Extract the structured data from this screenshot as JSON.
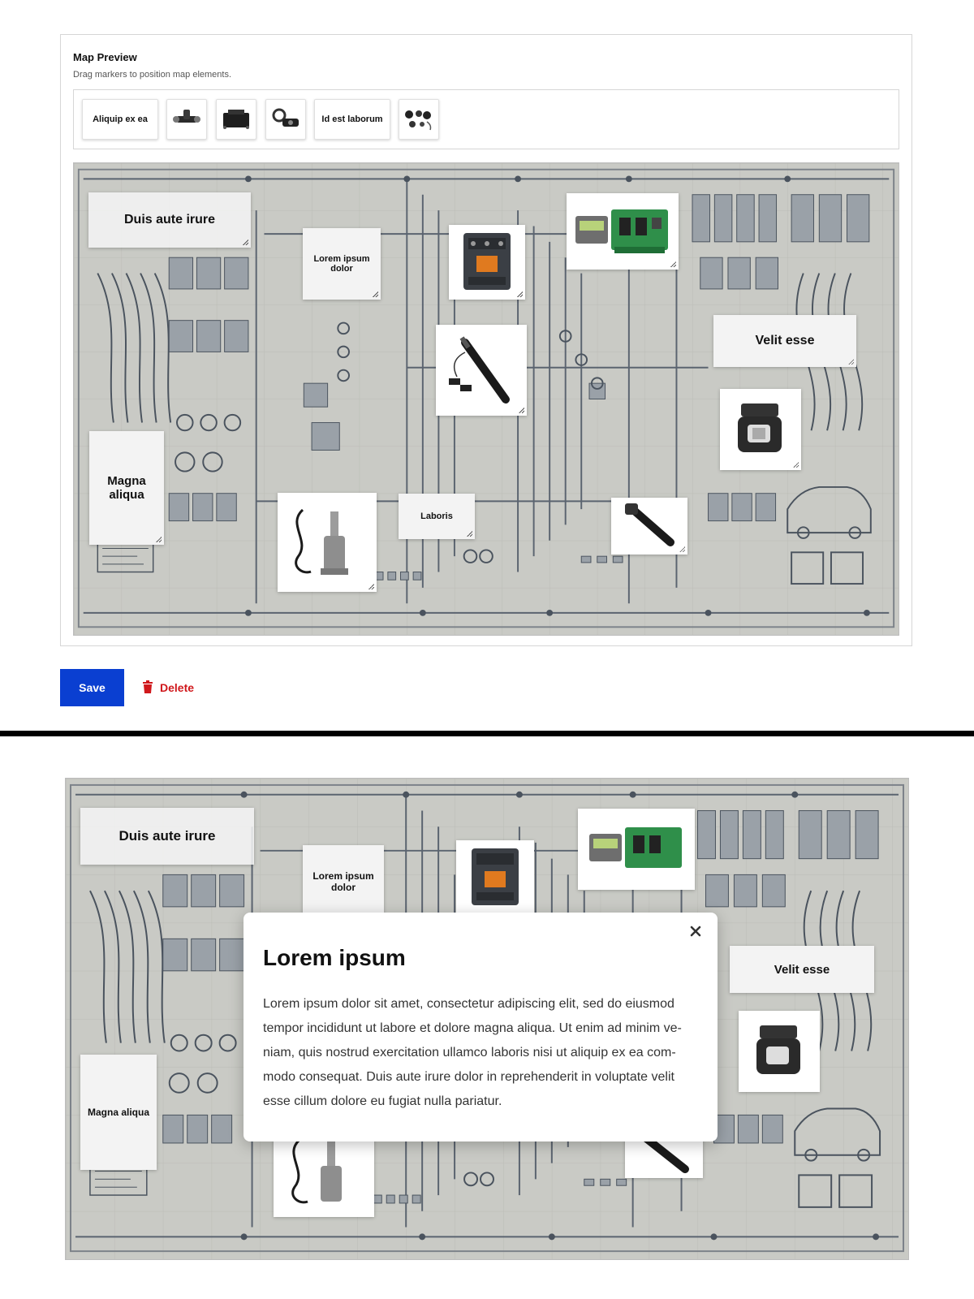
{
  "editor": {
    "title": "Map Preview",
    "subtitle": "Drag markers to position map elements.",
    "palette": [
      {
        "label": "Aliquip ex ea"
      },
      {
        "icon": "tee-connector-icon"
      },
      {
        "icon": "control-box-icon"
      },
      {
        "icon": "motor-kit-icon"
      },
      {
        "label": "Id est laborum"
      },
      {
        "icon": "parts-set-icon"
      }
    ]
  },
  "map_top": {
    "markers": [
      {
        "label": "Duis aute irure"
      },
      {
        "label": "Lorem ipsum dolor"
      },
      {
        "icon": "contactor-icon"
      },
      {
        "icon": "controller-board-icon"
      },
      {
        "label": "Velit esse"
      },
      {
        "icon": "linear-actuator-icon"
      },
      {
        "icon": "pressure-switch-icon"
      },
      {
        "label": "Magna aliqua"
      },
      {
        "icon": "actuator-motor-icon"
      },
      {
        "label": "Laboris"
      },
      {
        "icon": "actuator-black-icon"
      }
    ]
  },
  "map_bottom": {
    "markers": [
      {
        "label": "Duis aute irure"
      },
      {
        "label": "Lorem ipsum dolor"
      },
      {
        "label": "Velit esse"
      },
      {
        "label": "Magna aliqua"
      }
    ]
  },
  "actions": {
    "save": "Save",
    "delete": "Delete"
  },
  "modal": {
    "title": "Lorem ipsum",
    "body": "Lorem ipsum dolor sit amet, consectetur adipiscing elit, sed do eiusmod tempor incididunt ut labore et dolore magna aliqua. Ut enim ad minim ve-niam, quis nostrud exercitation ullamco laboris nisi ut aliquip ex ea com-modo consequat. Duis aute irure dolor in reprehenderit in voluptate velit esse cillum dolore eu fugiat nulla pariatur."
  },
  "colors": {
    "save_button": "#0a3fd1",
    "delete_text": "#d0181c",
    "map_background": "#c9cac5"
  }
}
